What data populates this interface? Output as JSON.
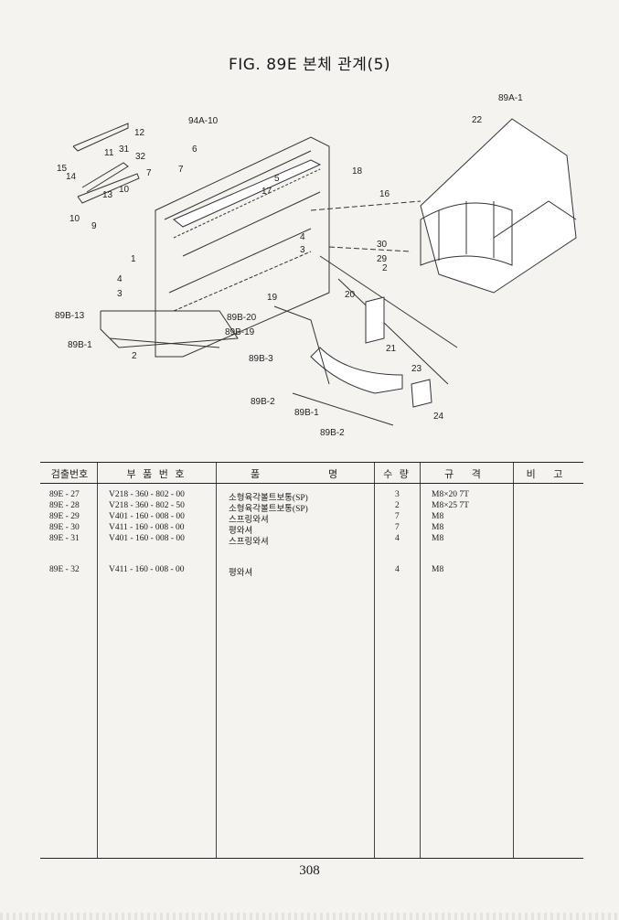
{
  "figure": {
    "title": "FIG. 89E 본체 관계(5)"
  },
  "callouts": [
    "89A-1",
    "22",
    "94A-10",
    "12",
    "6",
    "11",
    "31",
    "32",
    "15",
    "14",
    "7",
    "13",
    "10",
    "10",
    "9",
    "7",
    "5",
    "18",
    "16",
    "17",
    "1",
    "4",
    "3",
    "30",
    "29",
    "2",
    "4",
    "3",
    "19",
    "20",
    "89B-13",
    "89B-20",
    "89B-19",
    "21",
    "89B-1",
    "2",
    "89B-3",
    "23",
    "89B-2",
    "89B-1",
    "24",
    "89B-2"
  ],
  "table": {
    "headers": [
      "검출번호",
      "부 품 번 호",
      "품",
      "명",
      "수 량",
      "규 격",
      "비 고"
    ],
    "rows": [
      {
        "ref": "89E - 27",
        "part_no": "V218 - 360 - 802 - 00",
        "name": "소형육각볼트보통(SP)",
        "qty": "3",
        "spec": "M8×20 7T",
        "note": ""
      },
      {
        "ref": "89E - 28",
        "part_no": "V218 - 360 - 802 - 50",
        "name": "소형육각볼트보통(SP)",
        "qty": "2",
        "spec": "M8×25 7T",
        "note": ""
      },
      {
        "ref": "89E - 29",
        "part_no": "V401 - 160 - 008 - 00",
        "name": "스프링와셔",
        "qty": "7",
        "spec": "M8",
        "note": ""
      },
      {
        "ref": "89E - 30",
        "part_no": "V411 - 160 - 008 - 00",
        "name": "평와셔",
        "qty": "7",
        "spec": "M8",
        "note": ""
      },
      {
        "ref": "89E - 31",
        "part_no": "V401 - 160 - 008 - 00",
        "name": "스프링와셔",
        "qty": "4",
        "spec": "M8",
        "note": ""
      },
      {
        "ref": "89E - 32",
        "part_no": "V411 - 160 - 008 - 00",
        "name": "평와셔",
        "qty": "4",
        "spec": "M8",
        "note": ""
      }
    ]
  },
  "page_number": "308"
}
